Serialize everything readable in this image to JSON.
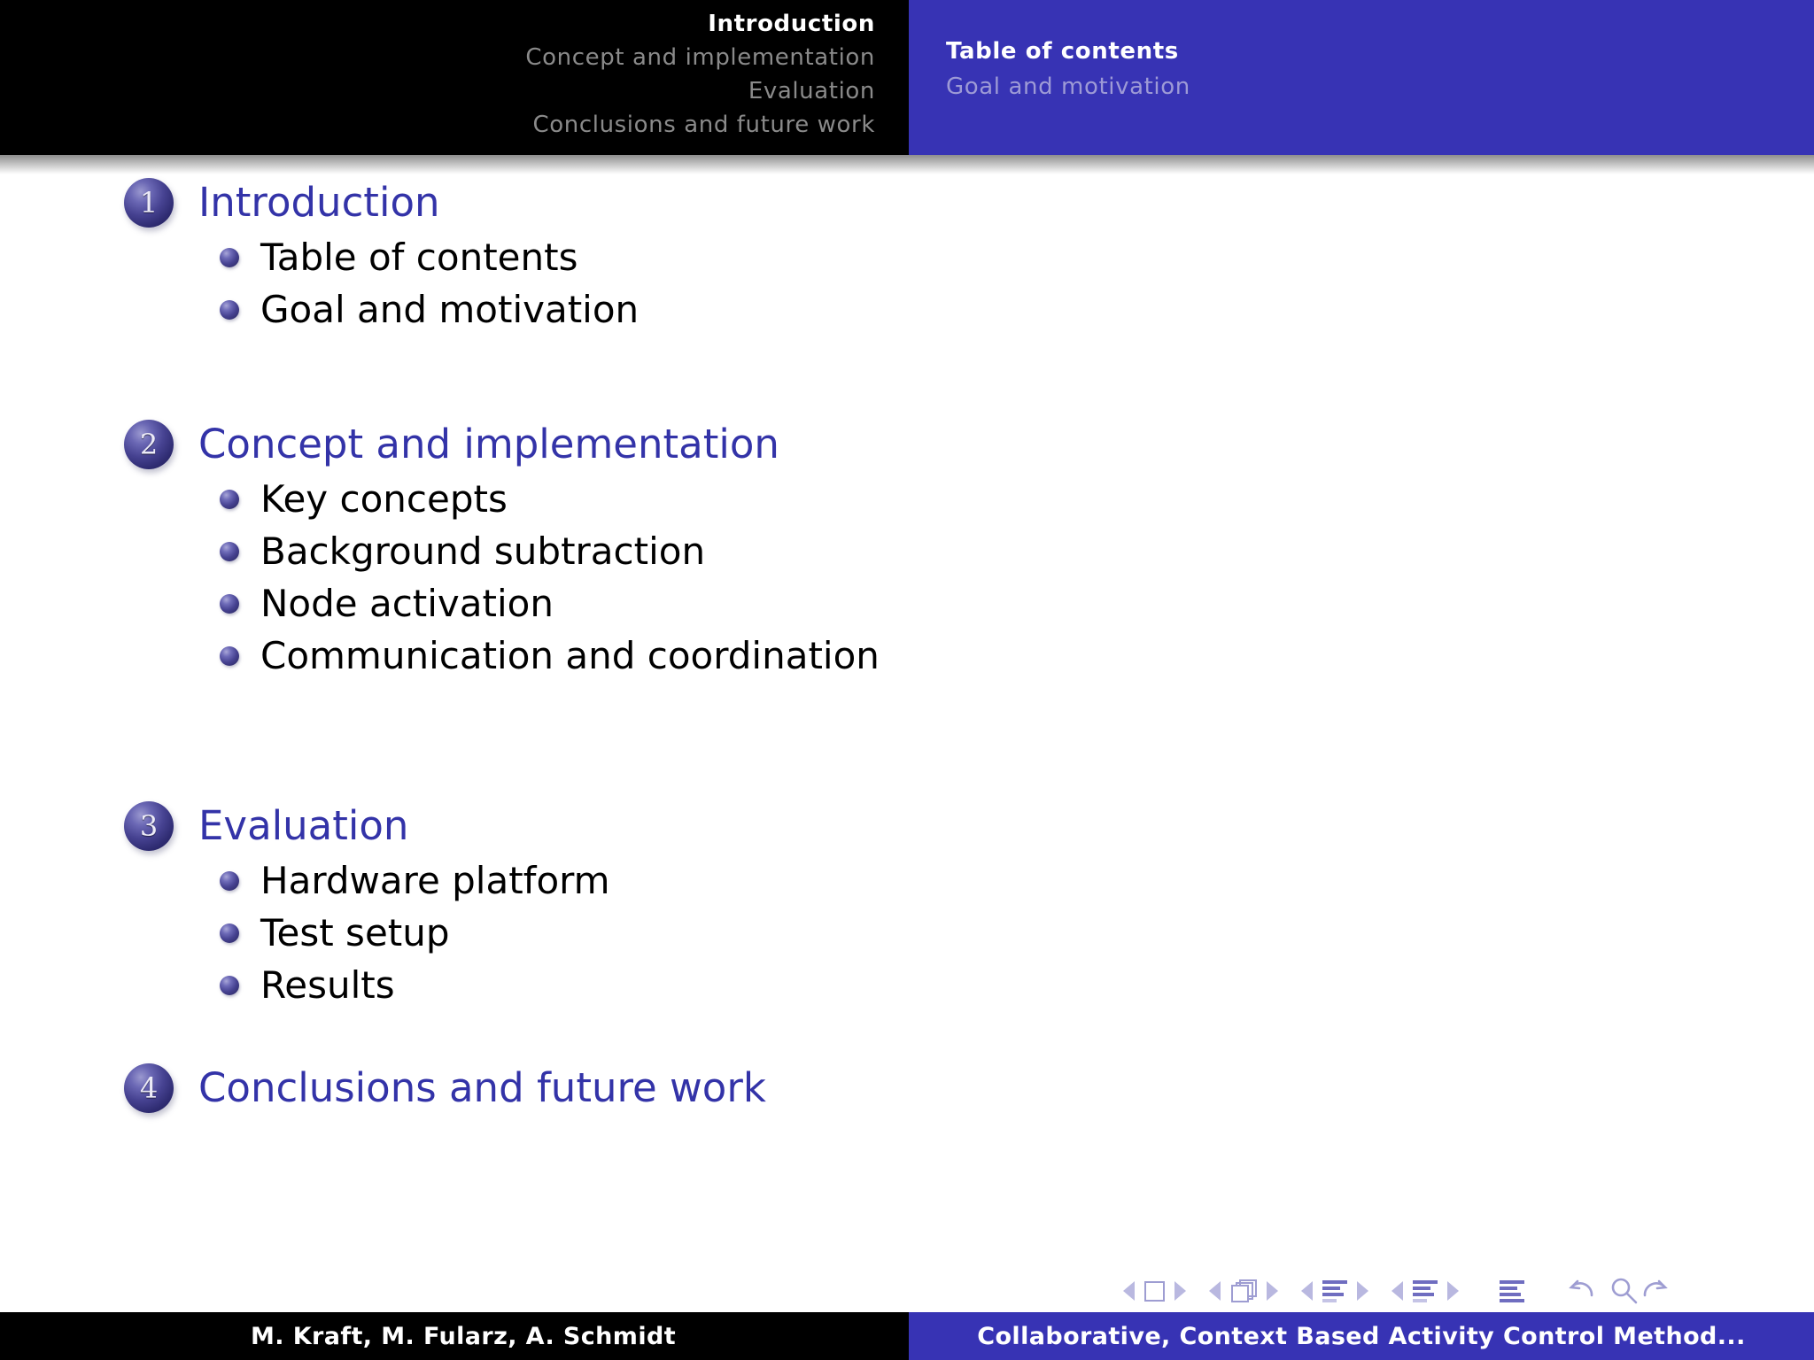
{
  "header": {
    "sections": [
      {
        "label": "Introduction",
        "active": true
      },
      {
        "label": "Concept and implementation",
        "active": false
      },
      {
        "label": "Evaluation",
        "active": false
      },
      {
        "label": "Conclusions and future work",
        "active": false
      }
    ],
    "subsections": [
      {
        "label": "Table of contents",
        "active": true
      },
      {
        "label": "Goal and motivation",
        "active": false
      }
    ],
    "colors": {
      "left_bg": "#000000",
      "right_bg": "#3733b4",
      "active_text": "#ffffff",
      "inactive_section_text": "#8a8a8a",
      "inactive_subsection_text": "#9d9ad6"
    }
  },
  "toc": {
    "sections": [
      {
        "number": "1",
        "title": "Introduction",
        "items": [
          "Table of contents",
          "Goal and motivation"
        ]
      },
      {
        "number": "2",
        "title": "Concept and implementation",
        "items": [
          "Key concepts",
          "Background subtraction",
          "Node activation",
          "Communication and coordination"
        ]
      },
      {
        "number": "3",
        "title": "Evaluation",
        "items": [
          "Hardware platform",
          "Test setup",
          "Results"
        ]
      },
      {
        "number": "4",
        "title": "Conclusions and future work",
        "items": []
      }
    ],
    "colors": {
      "section_title": "#3333a8",
      "item_title": "#000000",
      "sphere": "#464291"
    }
  },
  "navsymbols": {
    "color": "#9e9dd2",
    "items": [
      "prev-slide-icon",
      "slide-icon",
      "next-slide-icon",
      "prev-frame-icon",
      "frame-icon",
      "next-frame-icon",
      "prev-subsection-icon",
      "subsection-icon",
      "next-subsection-icon",
      "prev-section-icon",
      "section-icon",
      "next-section-icon",
      "presentation-icon",
      "back-icon",
      "find-icon",
      "forward-icon"
    ]
  },
  "footer": {
    "authors": "M. Kraft, M. Fularz, A. Schmidt",
    "title": "Collaborative, Context Based Activity Control Method...",
    "colors": {
      "left_bg": "#000000",
      "right_bg": "#3733b4",
      "text": "#ffffff"
    }
  }
}
